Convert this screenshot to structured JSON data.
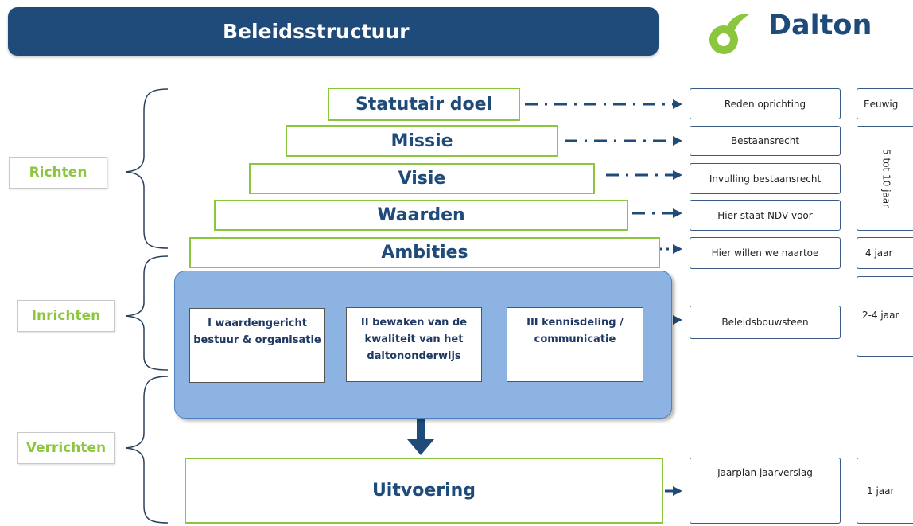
{
  "header": {
    "title": "Beleidsstructuur",
    "logo_text": "Dalton"
  },
  "side_labels": [
    "Richten",
    "Inrichten",
    "Verrichten"
  ],
  "pyramid": [
    "Statutair doel",
    "Missie",
    "Visie",
    "Waarden",
    "Ambities"
  ],
  "building_blocks": [
    "I waardengericht bestuur & organisatie",
    "II bewaken van de kwaliteit van het daltononderwijs",
    "III kennisdeling / communicatie"
  ],
  "execution": "Uitvoering",
  "outcomes": [
    "Reden oprichting",
    "Bestaansrecht",
    "Invulling bestaansrecht",
    "Hier staat NDV voor",
    "Hier willen we naartoe",
    "Beleidsbouwsteen",
    "Jaarplan jaarverslag"
  ],
  "terms": [
    "Eeuwig",
    "5 tot 10 jaar",
    "4 jaar",
    "2-4 jaar",
    "1 jaar"
  ],
  "colors": {
    "navy": "#1f4b7b",
    "green": "#8cc63f",
    "panel_blue": "#8db3e2"
  }
}
